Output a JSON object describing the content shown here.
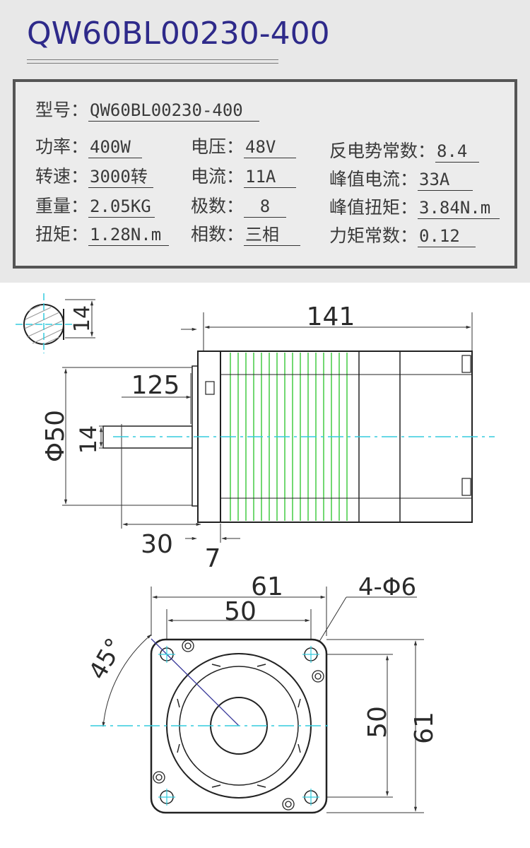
{
  "title": "QW60BL00230-400",
  "colors": {
    "title": "#2e2a8a",
    "dimension_line": "#333333",
    "centerline": "#33ccdd",
    "motor_fins": "#44cc44",
    "outline": "#222222"
  },
  "specs": {
    "model": {
      "label": "型号：",
      "value": "QW60BL00230-400"
    },
    "power": {
      "label": "功率：",
      "value": "400W"
    },
    "speed": {
      "label": "转速：",
      "value": "3000转"
    },
    "weight": {
      "label": "重量：",
      "value": "2.05KG"
    },
    "torque": {
      "label": "扭矩：",
      "value": "1.28N.m"
    },
    "voltage": {
      "label": "电压：",
      "value": "48V"
    },
    "current": {
      "label": "电流：",
      "value": "11A"
    },
    "poles": {
      "label": "极数：",
      "value": "8"
    },
    "phases": {
      "label": "相数：",
      "value": "三相"
    },
    "back_emf": {
      "label": "反电势常数：",
      "value": "8.4"
    },
    "peak_current": {
      "label": "峰值电流：",
      "value": "33A"
    },
    "peak_torque": {
      "label": "峰值扭矩：",
      "value": "3.84N.m"
    },
    "torque_constant": {
      "label": "力矩常数：",
      "value": "0.12"
    }
  },
  "dimensions": {
    "shaft_section": "14",
    "total_length": "141",
    "length_125": "125",
    "flange_diameter": "Φ50",
    "shaft_diameter": "14",
    "shaft_length": "30",
    "flange_thickness": "7",
    "front_width": "61",
    "hole_spacing_h": "50",
    "holes": "4-Φ6",
    "angle": "45°",
    "hole_spacing_v": "50",
    "front_height": "61"
  }
}
